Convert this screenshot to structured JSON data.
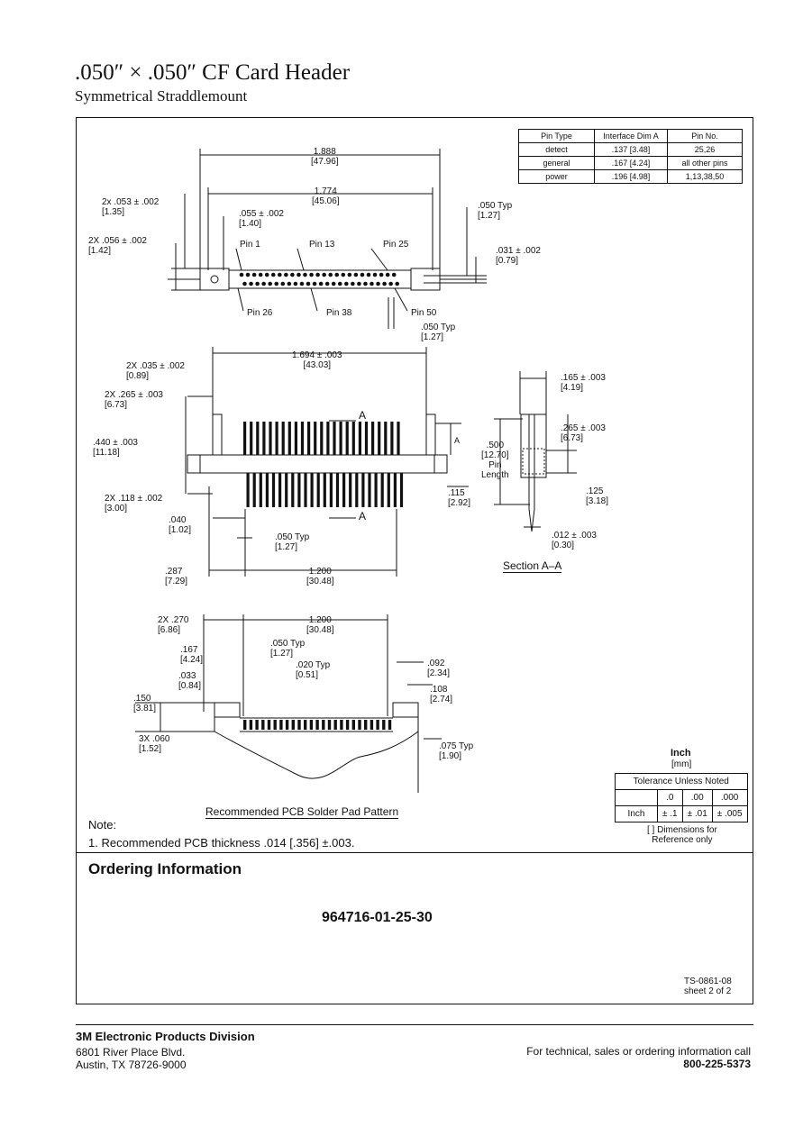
{
  "header": {
    "title": ".050″ × .050″ CF Card Header",
    "subtitle": "Symmetrical Straddlemount"
  },
  "pin_table": {
    "headers": [
      "Pin Type",
      "Interface Dim A",
      "Pin No."
    ],
    "rows": [
      [
        "detect",
        ".137 [3.48]",
        "25,26"
      ],
      [
        "general",
        ".167 [4.24]",
        "all other pins"
      ],
      [
        "power",
        ".196 [4.98]",
        "1,13,38,50"
      ]
    ]
  },
  "top_view": {
    "dims": {
      "overall": "1.888\n[47.96]",
      "inner": "1.774\n[45.06]",
      "tab": "2x .053 ± .002\n[1.35]",
      "slot": "2X .056 ± .002\n[1.42]",
      "hole": ".055 ± .002\n[1.40]",
      "pitch_top": ".050 Typ\n[1.27]",
      "pin_dia": ".031 ± .002\n[0.79]",
      "pitch_bottom": ".050 Typ\n[1.27]"
    },
    "pins": {
      "pin1": "Pin 1",
      "pin13": "Pin 13",
      "pin25": "Pin 25",
      "pin26": "Pin 26",
      "pin38": "Pin 38",
      "pin50": "Pin 50"
    }
  },
  "front_view": {
    "dims": {
      "width": "1.694 ± .003\n[43.03]",
      "flange": "2X .035 ± .002\n[0.89]",
      "post_height": "2X .265 ± .003\n[6.73]",
      "overall_height": ".440 ± .003\n[11.18]",
      "foot": "2X .118 ± .002\n[3.00]",
      "side": ".115\n[2.92]",
      "offset": ".040\n[1.02]",
      "pitch": ".050 Typ\n[1.27]",
      "edge": ".287\n[7.29]",
      "span": "1.200\n[30.48]",
      "dim_a": "A",
      "section_mark": "A"
    }
  },
  "section_view": {
    "caption": "Section A–A",
    "dims": {
      "thickness": ".165 ± .003\n[4.19]",
      "height": ".265 ± .003\n[6.73]",
      "pin_length": ".500\n[12.70]\nPin\nLength",
      "tail": ".125\n[3.18]",
      "pin_thick": ".012 ± .003\n[0.30]"
    }
  },
  "pcb_view": {
    "caption": "Recommended PCB  Solder Pad Pattern",
    "dims": {
      "width": "2X .270\n[6.86]",
      "span": "1.200\n[30.48]",
      "a": ".167\n[4.24]",
      "pitch": ".050 Typ\n[1.27]",
      "b": ".033\n[0.84]",
      "pad_w": ".020 Typ\n[0.51]",
      "c": ".092\n[2.34]",
      "d": ".108\n[2.74]",
      "e": ".150\n[3.81]",
      "f": "3X .060\n[1.52]",
      "g": ".075 Typ\n[1.90]"
    }
  },
  "units": {
    "inch": "Inch",
    "mm": "[mm]"
  },
  "tolerance_table": {
    "title": "Tolerance Unless Noted",
    "cols": [
      ".0",
      ".00",
      ".000"
    ],
    "row_label": "Inch",
    "values": [
      "± .1",
      "± .01",
      "± .005"
    ]
  },
  "reference_note": "[ ] Dimensions for\nReference only",
  "notes": {
    "heading": "Note:",
    "item1": "1. Recommended PCB thickness .014 [.356] ±.003."
  },
  "ordering": {
    "heading": "Ordering Information",
    "part_number": "964716-01-25-30"
  },
  "doc_id": "TS-0861-08\nsheet 2 of 2",
  "footer": {
    "division": "3M Electronic Products Division",
    "address1": "6801 River Place Blvd.",
    "address2": "Austin, TX 78726-9000",
    "contact": "For technical, sales or ordering information call",
    "phone": "800-225-5373"
  }
}
